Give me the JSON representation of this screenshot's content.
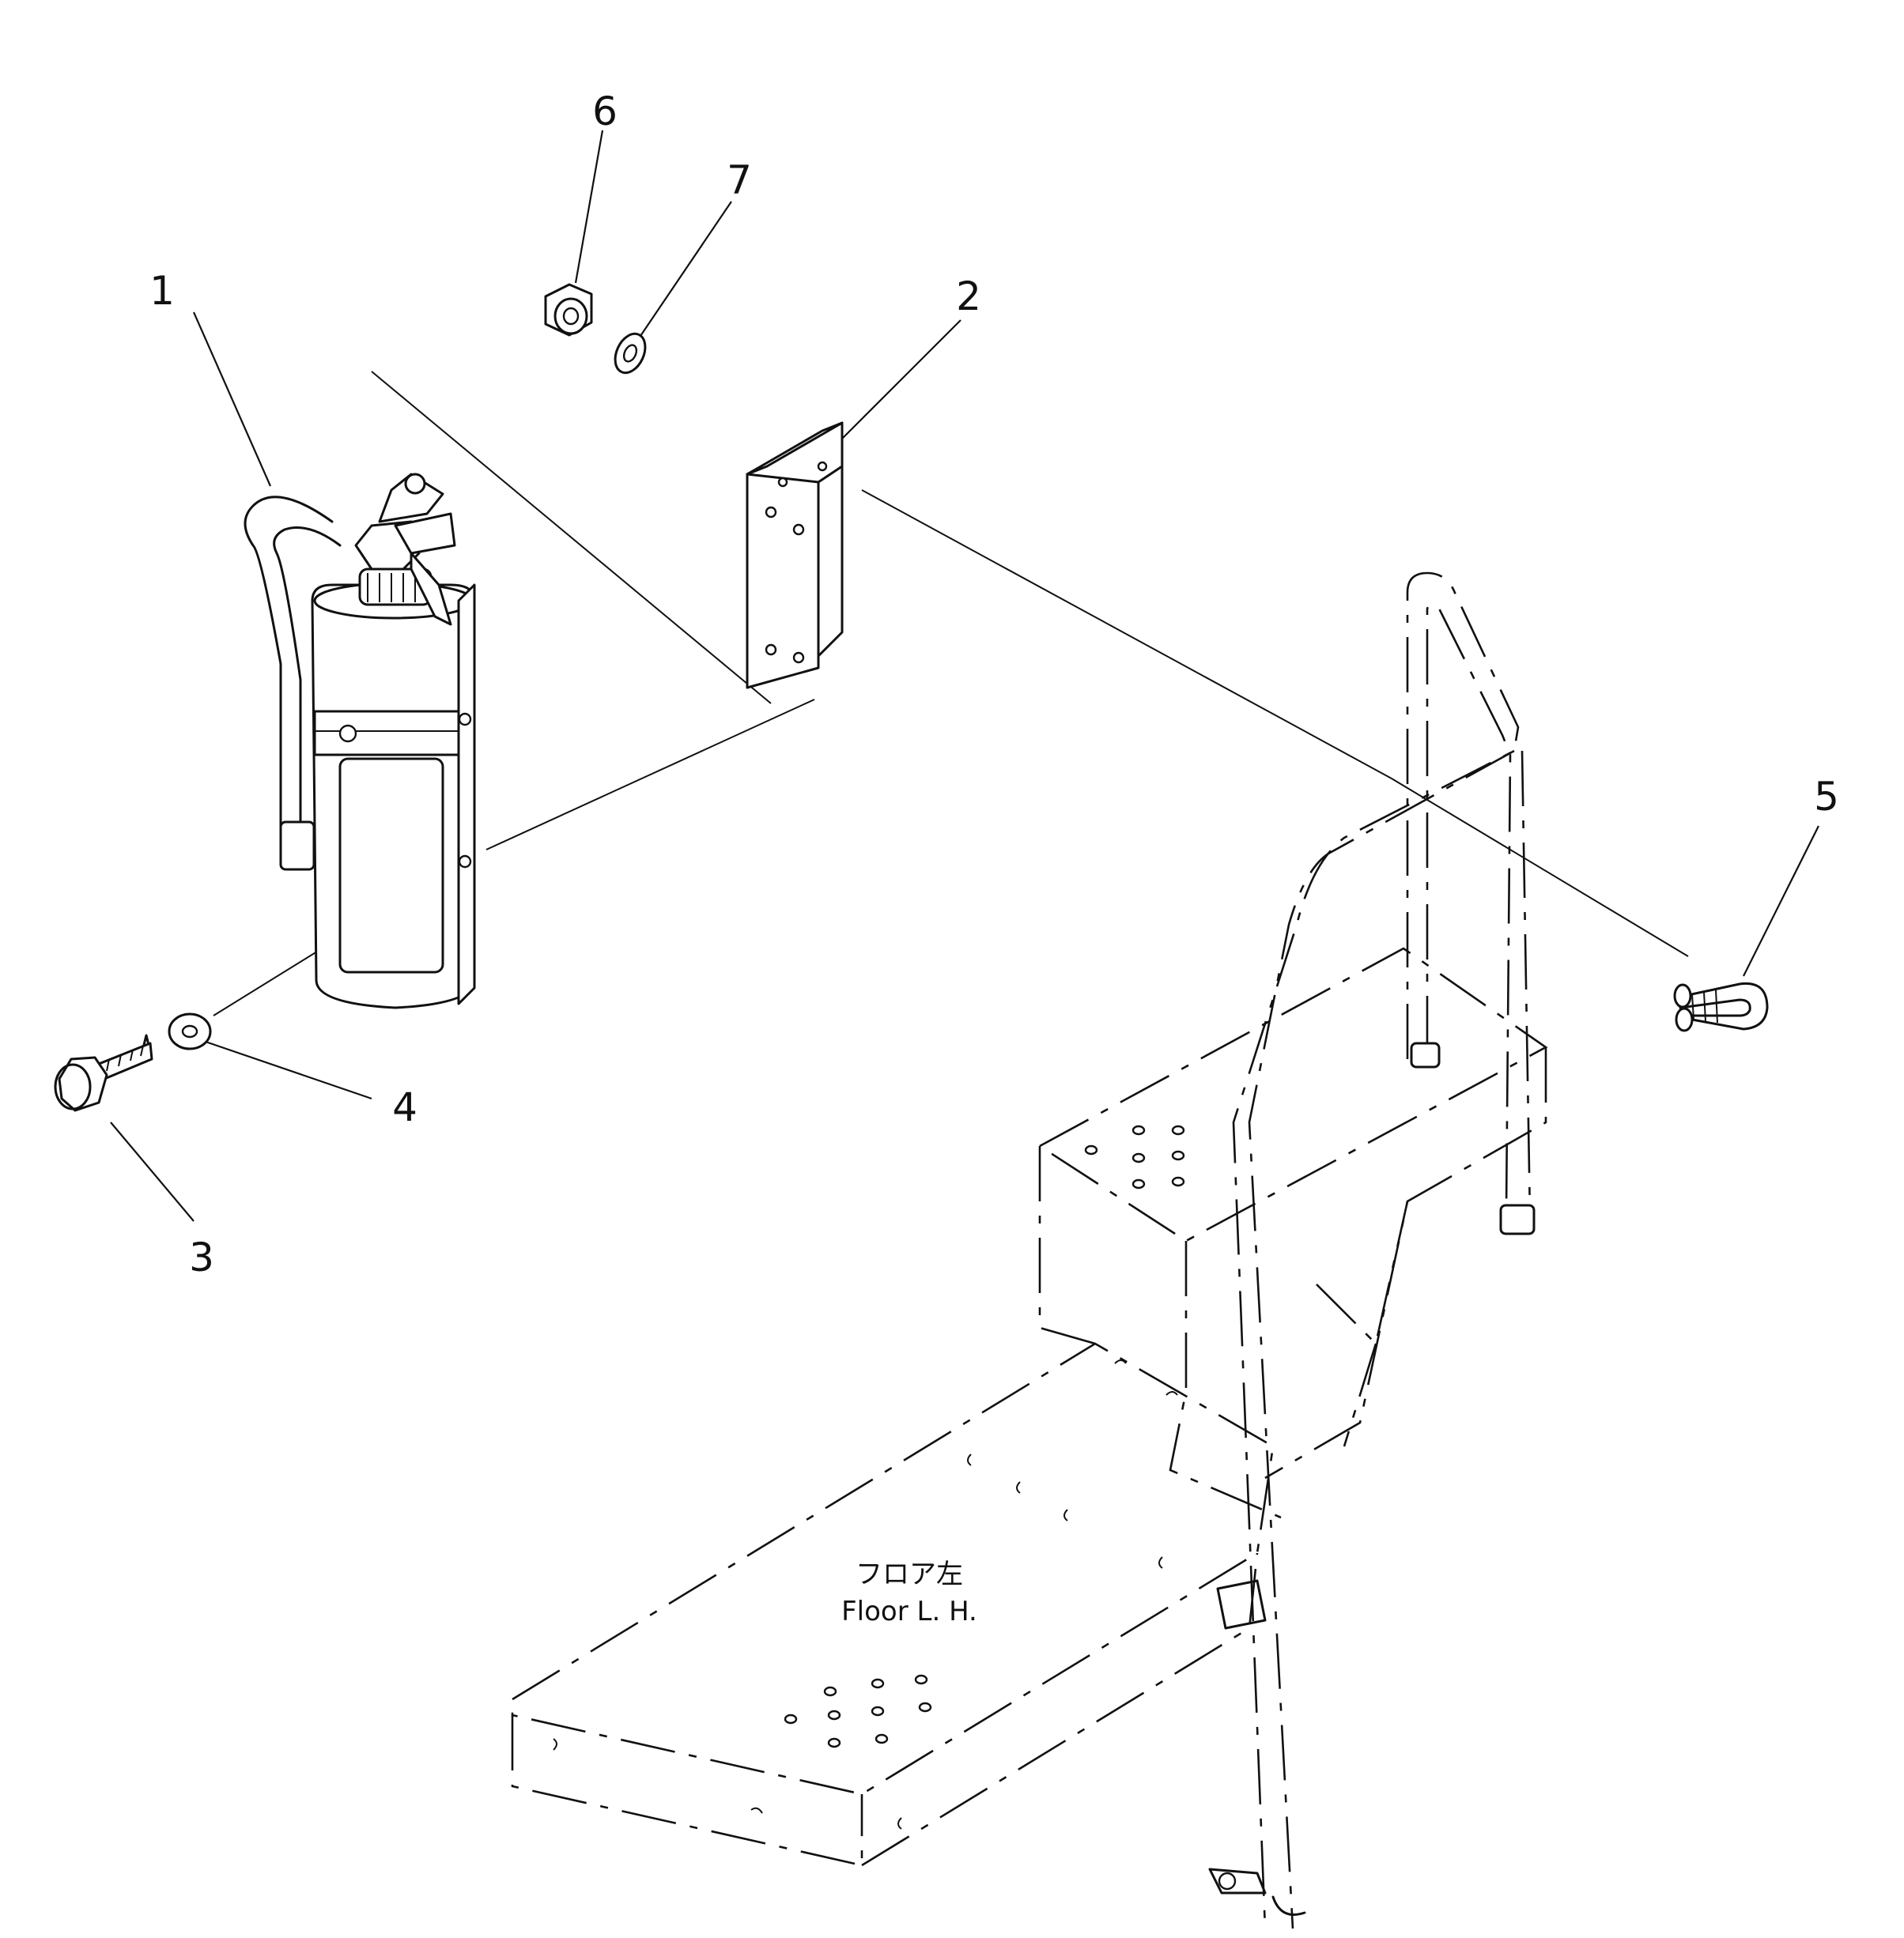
{
  "callouts": [
    {
      "id": "1",
      "label": "1"
    },
    {
      "id": "2",
      "label": "2"
    },
    {
      "id": "3",
      "label": "3"
    },
    {
      "id": "4",
      "label": "4"
    },
    {
      "id": "5",
      "label": "5"
    },
    {
      "id": "6",
      "label": "6"
    },
    {
      "id": "7",
      "label": "7"
    }
  ],
  "floor_label": {
    "japanese": "フロア左",
    "english": "Floor L. H."
  }
}
